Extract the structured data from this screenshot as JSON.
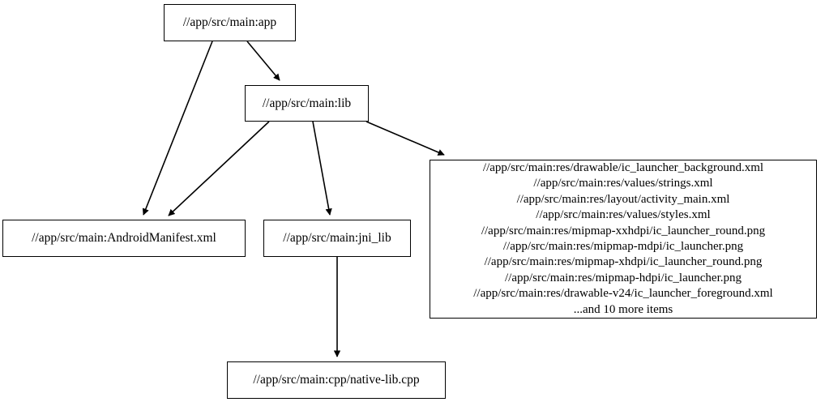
{
  "graph": {
    "type": "directed-dependency-graph",
    "background_color": "#ffffff",
    "node_border_color": "#000000",
    "edge_color": "#000000",
    "nodes": [
      {
        "id": "app",
        "label": "//app/src/main:app"
      },
      {
        "id": "lib",
        "label": "//app/src/main:lib"
      },
      {
        "id": "manifest",
        "label": "//app/src/main:AndroidManifest.xml"
      },
      {
        "id": "jni_lib",
        "label": "//app/src/main:jni_lib"
      },
      {
        "id": "resources",
        "lines": [
          "//app/src/main:res/drawable/ic_launcher_background.xml",
          "//app/src/main:res/values/strings.xml",
          "//app/src/main:res/layout/activity_main.xml",
          "//app/src/main:res/values/styles.xml",
          "//app/src/main:res/mipmap-xxhdpi/ic_launcher_round.png",
          "//app/src/main:res/mipmap-mdpi/ic_launcher.png",
          "//app/src/main:res/mipmap-xhdpi/ic_launcher_round.png",
          "//app/src/main:res/mipmap-hdpi/ic_launcher.png",
          "//app/src/main:res/drawable-v24/ic_launcher_foreground.xml",
          "...and 10 more items"
        ]
      },
      {
        "id": "native_lib",
        "label": "//app/src/main:cpp/native-lib.cpp"
      }
    ],
    "edges": [
      {
        "from": "app",
        "to": "lib"
      },
      {
        "from": "app",
        "to": "manifest"
      },
      {
        "from": "lib",
        "to": "manifest"
      },
      {
        "from": "lib",
        "to": "jni_lib"
      },
      {
        "from": "lib",
        "to": "resources"
      },
      {
        "from": "jni_lib",
        "to": "native_lib"
      }
    ]
  }
}
